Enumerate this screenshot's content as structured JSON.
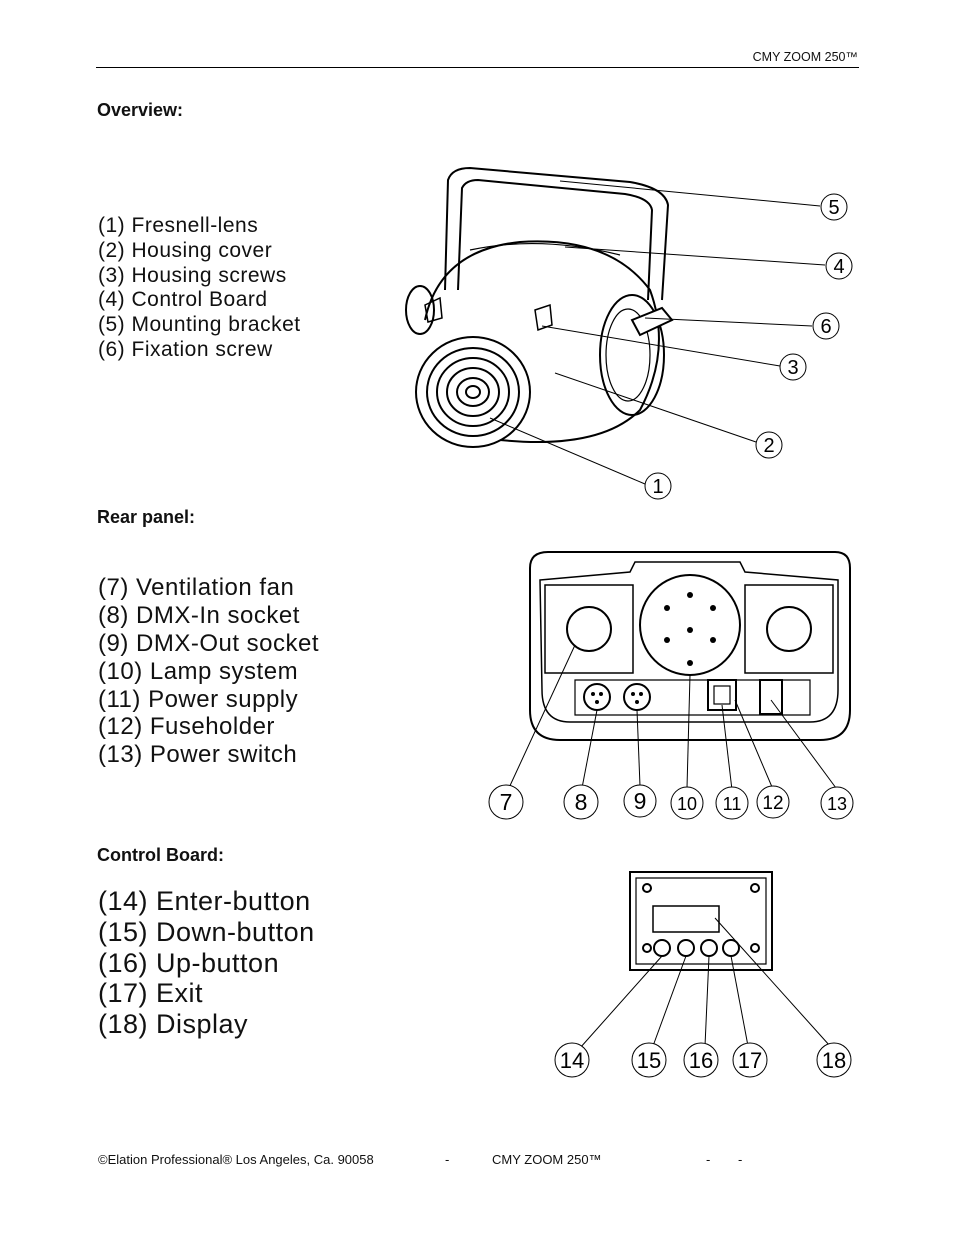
{
  "header": {
    "product": "CMY ZOOM 250™"
  },
  "overview": {
    "heading": "Overview:",
    "items": [
      "(1) Fresnell-lens",
      "(2) Housing cover",
      "(3) Housing screws",
      "(4) Control Board",
      "(5) Mounting bracket",
      "(6) Fixation screw"
    ],
    "callouts": [
      "5",
      "4",
      "6",
      "3",
      "2",
      "1"
    ]
  },
  "rear_panel": {
    "heading": "Rear panel:",
    "items": [
      "(7) Ventilation fan",
      "(8) DMX-In socket",
      "(9) DMX-Out socket",
      "(10) Lamp system",
      "(11) Power supply",
      "(12) Fuseholder",
      "(13) Power switch"
    ],
    "callouts": [
      "7",
      "8",
      "9",
      "10",
      "11",
      "12",
      "13"
    ]
  },
  "control_board": {
    "heading": "Control Board:",
    "items": [
      "(14) Enter-button",
      "(15) Down-button",
      "(16) Up-button",
      "(17) Exit",
      "(18)  Display"
    ],
    "callouts": [
      "14",
      "15",
      "16",
      "17",
      "18"
    ]
  },
  "footer": {
    "copyright": "©Elation  Professional®  Los  Angeles,  Ca.  90058",
    "sep1": "-",
    "product": "CMY  ZOOM  250™",
    "sep2": "-",
    "sep3": "-"
  }
}
